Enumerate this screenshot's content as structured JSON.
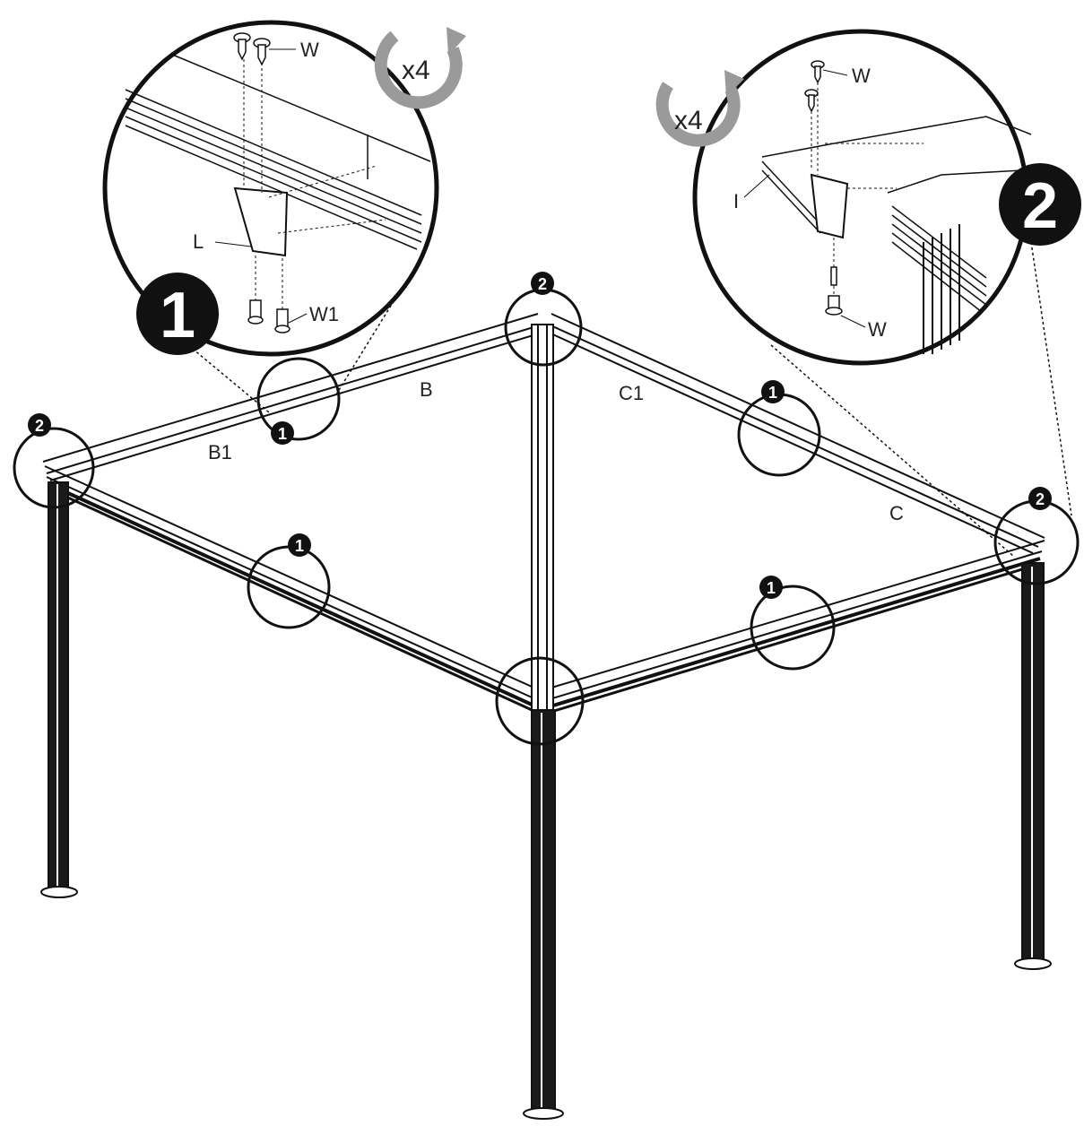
{
  "diagram": {
    "part_labels": {
      "b": "B",
      "b1": "B1",
      "c": "C",
      "c1": "C1"
    },
    "detail_1": {
      "step": "1",
      "repeat": "x4",
      "labels": {
        "w": "W",
        "l": "L",
        "w1": "W1"
      }
    },
    "detail_2": {
      "step": "2",
      "repeat": "x4",
      "labels": {
        "w_top": "W",
        "i": "I",
        "w_bottom": "W"
      }
    },
    "markers": {
      "one": "1",
      "two": "2"
    },
    "colors": {
      "line": "#111111",
      "rotate_arrow": "#9a9a9a",
      "badge": "#111111"
    }
  }
}
